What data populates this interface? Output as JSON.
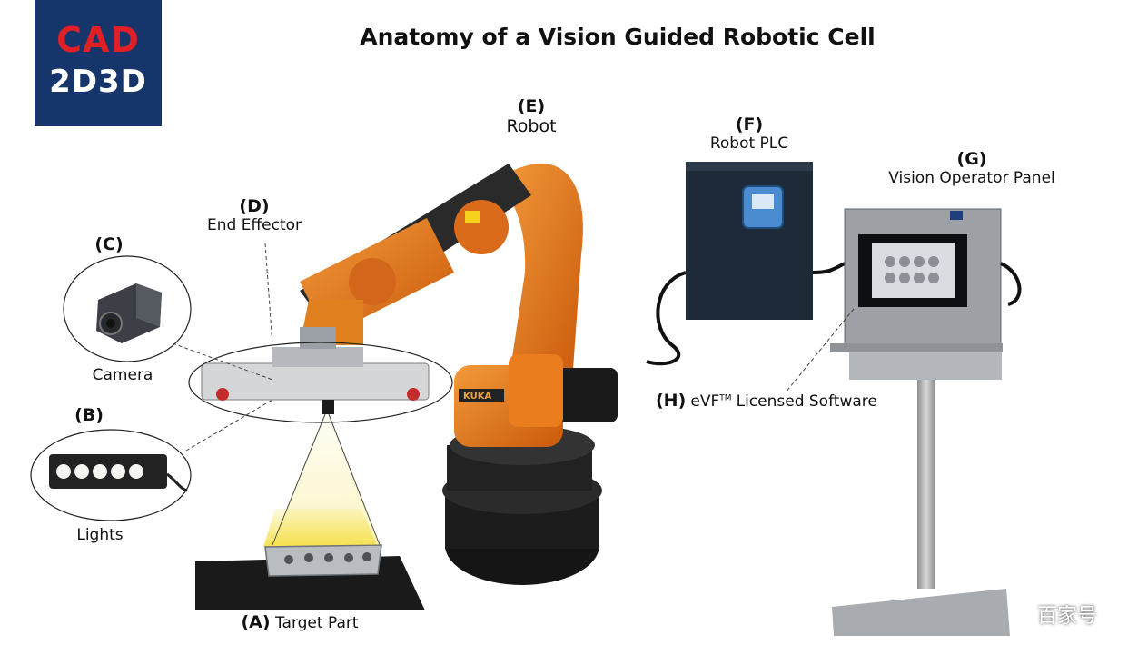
{
  "logo": {
    "line1": "CAD",
    "line2": "2D3D"
  },
  "title": "Anatomy of a Vision Guided Robotic Cell",
  "components": {
    "robot": {
      "code": "(E)",
      "name": "Robot"
    },
    "plc": {
      "code": "(F)",
      "name": "Robot PLC"
    },
    "panel": {
      "code": "(G)",
      "name": "Vision Operator Panel"
    },
    "effector": {
      "code": "(D)",
      "name": "End Effector"
    },
    "camera": {
      "code": "(C)",
      "name": "Camera"
    },
    "lights": {
      "code": "(B)",
      "name": "Lights"
    },
    "target": {
      "code": "(A)",
      "name": "Target Part"
    },
    "software": {
      "code": "(H)",
      "name_prefix": "eVF",
      "trademark": "TM",
      "name_suffix": "Licensed Software"
    }
  },
  "robot_brand": "KUKA",
  "watermark": "百家号",
  "colors": {
    "robot_orange": "#e8741a",
    "logo_bg": "#16356a",
    "logo_red": "#e01f26"
  }
}
